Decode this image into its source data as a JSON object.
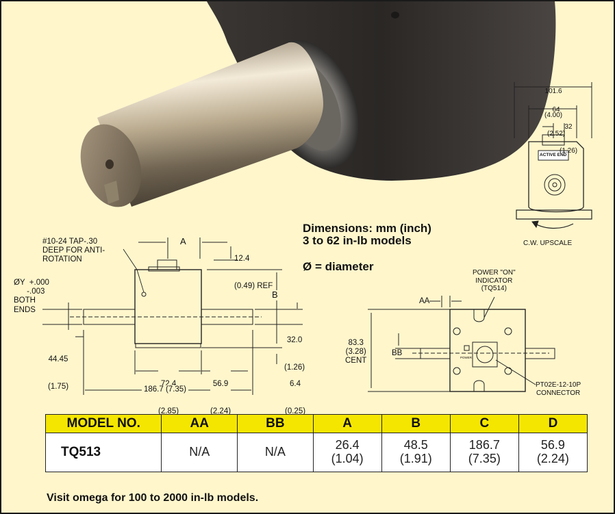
{
  "notes": {
    "dimensions": "Dimensions: mm (inch)",
    "diameter": "Ø = diameter",
    "models": "3 to 62 in-lb models"
  },
  "end_view": {
    "d1": "101.6",
    "d1_in": "(4.00)",
    "d2": "64",
    "d2_in": "(2.52)",
    "d3": "32",
    "d3_in": "(1.26)",
    "active_end": "ACTIVE END",
    "rotation": "C.W. UPSCALE"
  },
  "side_view": {
    "tap_note": "#10-24 TAP-.30\nDEEP FOR ANTI-\nROTATION",
    "dim_a": "A",
    "ref_mm": "12.4",
    "ref_in": "(0.49) REF",
    "tol": "ØY  +.000\n      -.003\nBOTH\nENDS",
    "dim_b": "B",
    "h_mm": "32.0",
    "h_in": "(1.26)",
    "shaft_mm": "44.45",
    "shaft_in": "(1.75)",
    "w1_mm": "72.4",
    "w1_in": "(2.85)",
    "w2_mm": "56.9",
    "w2_in": "(2.24)",
    "base_mm": "6.4",
    "base_in": "(0.25)",
    "overall": "186.7 (7.35)"
  },
  "top_view": {
    "power_note": "POWER \"ON\"\nINDICATOR\n(TQ514)",
    "dim_aa": "AA",
    "dim_bb": "BB",
    "cent": "83.3\n(3.28)\nCENT",
    "connector": "PT02E-12-10P\nCONNECTOR",
    "power_tiny": "POWER"
  },
  "table": {
    "headers": [
      "MODEL NO.",
      "AA",
      "BB",
      "A",
      "B",
      "C",
      "D"
    ],
    "rows": [
      [
        "TQ513",
        "N/A",
        "N/A",
        "26.4\n(1.04)",
        "48.5\n(1.91)",
        "186.7\n(7.35)",
        "56.9\n(2.24)"
      ]
    ]
  },
  "footer": "Visit omega for 100 to 2000 in-lb models.",
  "colors": {
    "background": "#fff6cc",
    "header": "#f5e600",
    "border": "#1a1a1a"
  }
}
